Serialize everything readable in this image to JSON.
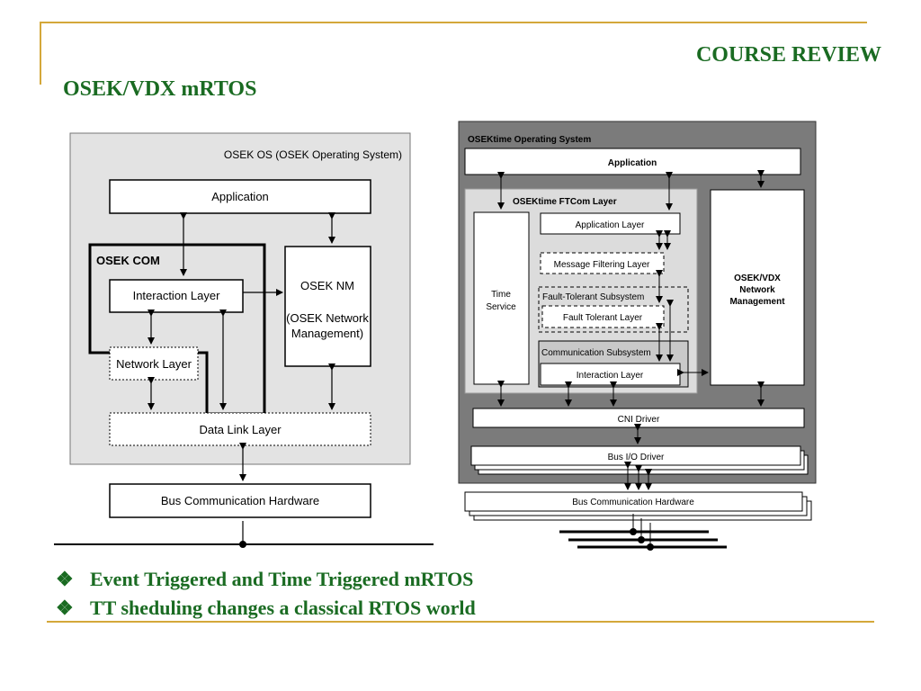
{
  "header": {
    "course_label": "COURSE REVIEW",
    "title": "OSEK/VDX  mRTOS"
  },
  "left_diagram": {
    "os_label": "OSEK OS (OSEK Operating System)",
    "application": "Application",
    "com_label": "OSEK COM",
    "interaction_layer": "Interaction Layer",
    "network_layer": "Network Layer",
    "data_link_layer": "Data Link Layer",
    "nm_line1": "OSEK NM",
    "nm_line2": "(OSEK Network",
    "nm_line3": "Management)",
    "bus_hw": "Bus Communication Hardware"
  },
  "right_diagram": {
    "os_label": "OSEKtime Operating System",
    "application": "Application",
    "ftcom_label": "OSEKtime FTCom  Layer",
    "time_service_line1": "Time",
    "time_service_line2": "Service",
    "application_layer": "Application Layer",
    "message_filtering_layer": "Message Filtering Layer",
    "ft_subsystem": "Fault-Tolerant Subsystem",
    "ft_layer": "Fault Tolerant Layer",
    "comm_subsystem": "Communication Subsystem",
    "interaction_layer": "Interaction Layer",
    "nm_line1": "OSEK/VDX",
    "nm_line2": "Network",
    "nm_line3": "Management",
    "cni_driver": "CNI Driver",
    "bus_io_driver": "Bus I/O Driver",
    "bus_hw": "Bus Communication Hardware"
  },
  "bullets": {
    "marker": "❖",
    "item1": "Event Triggered and Time Triggered  mRTOS",
    "item2": "TT sheduling changes a classical RTOS world"
  },
  "colors": {
    "accent_gold": "#d4a83a",
    "title_green": "#1a6b22"
  }
}
